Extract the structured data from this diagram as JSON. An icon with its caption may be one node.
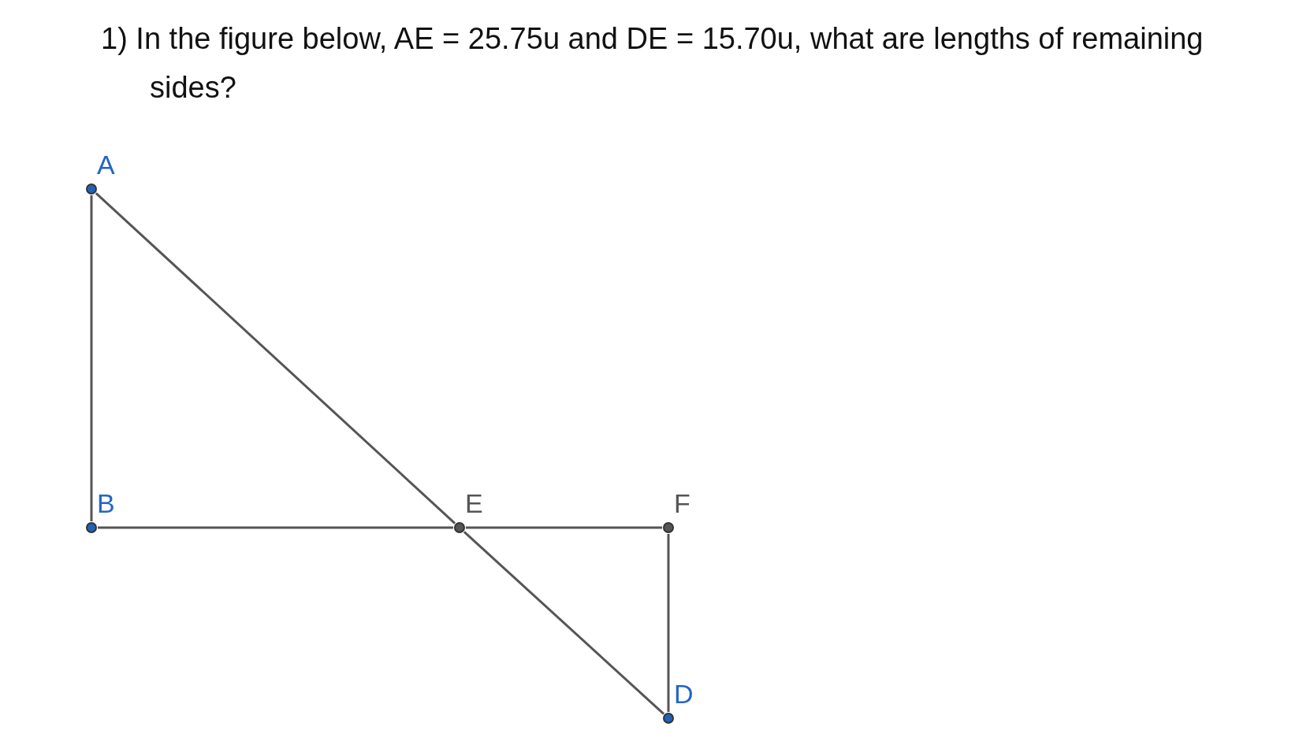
{
  "diagram": {
    "title": "1) In the figure below, AE = 25.75u and DE = 15.70u, what are lengths of remaining sides?",
    "nodes": [
      {
        "text": [
          "A"
        ]
      },
      {
        "text": [
          "B"
        ]
      },
      {
        "text": [
          "E"
        ]
      },
      {
        "text": [
          "F"
        ]
      },
      {
        "text": [
          "D"
        ]
      }
    ],
    "edges": [
      {
        "from": 0,
        "to": 1,
        "arrow": "none"
      },
      {
        "from": 0,
        "to": 2,
        "arrow": "none"
      },
      {
        "from": 2,
        "to": 4,
        "arrow": "none"
      },
      {
        "from": 1,
        "to": 2,
        "arrow": "none"
      },
      {
        "from": 2,
        "to": 3,
        "arrow": "none"
      },
      {
        "from": 3,
        "to": 4,
        "arrow": "none"
      }
    ]
  }
}
